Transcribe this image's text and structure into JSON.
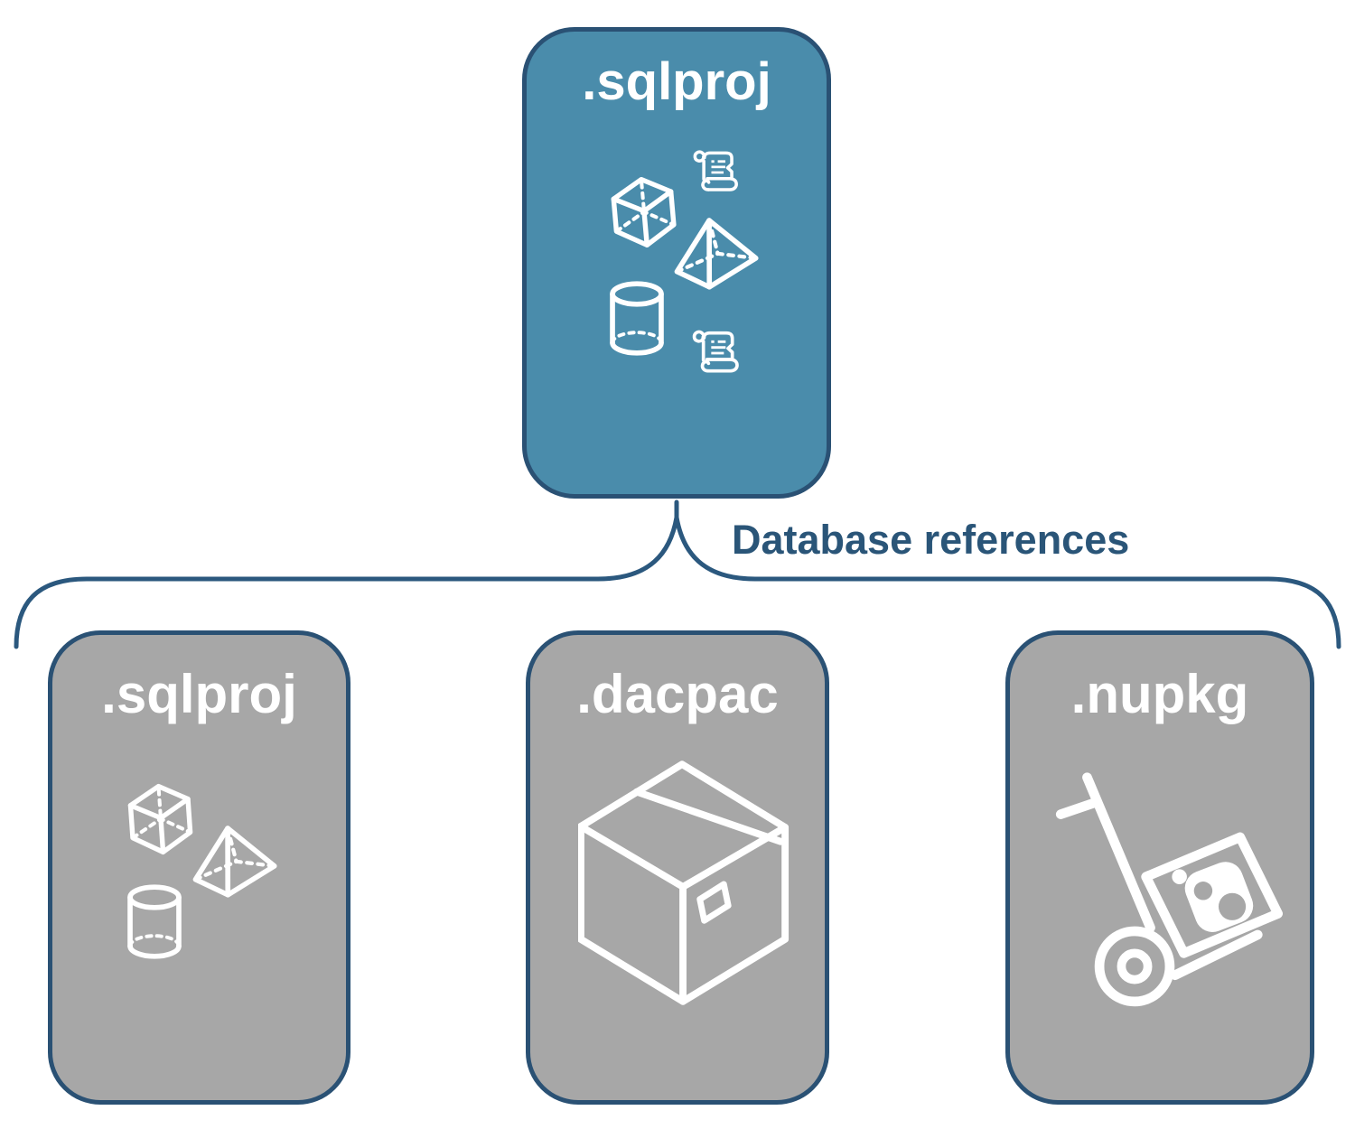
{
  "root_node": {
    "label": ".sqlproj"
  },
  "edge_label": "Database references",
  "child_nodes": [
    {
      "label": ".sqlproj"
    },
    {
      "label": ".dacpac"
    },
    {
      "label": ".nupkg"
    }
  ],
  "colors": {
    "background": "#ffffff",
    "root_fill": "#4a8cab",
    "child_fill": "#a7a7a7",
    "node_border": "#2a5174",
    "connector_line": "#2b587e",
    "edge_label_text": "#2a5578",
    "node_label_text": "#ffffff",
    "icon_stroke": "#ffffff"
  }
}
